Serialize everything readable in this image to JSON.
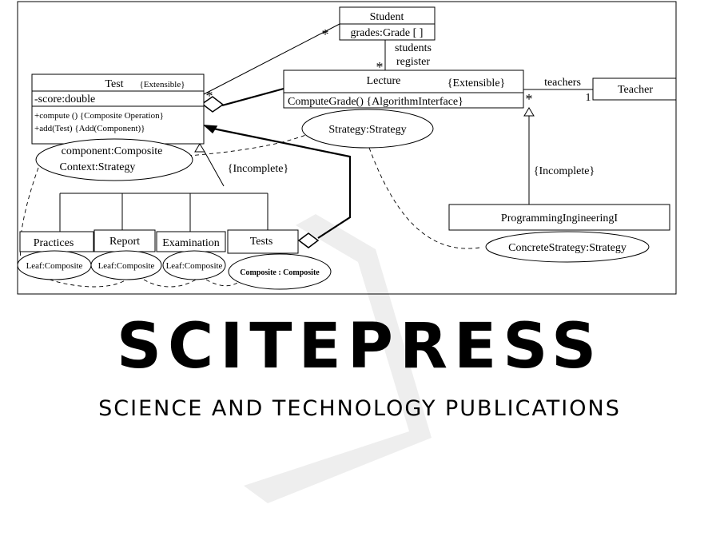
{
  "watermark": {
    "logo_text": "SCITEPRESS",
    "tagline": "SCIENCE AND TECHNOLOGY PUBLICATIONS",
    "color": "#d9d9d9"
  },
  "classes": {
    "student": {
      "name": "Student",
      "attr": "grades:Grade [ ]"
    },
    "test": {
      "name": "Test",
      "stereotype": "{Extensible}",
      "attr": "-score:double",
      "op1": "+compute ()  {Composite Operation}",
      "op2": "+add(Test)  {Add(Component)}"
    },
    "lecture": {
      "name": "Lecture",
      "stereotype": "{Extensible}",
      "op": "ComputeGrade()  {AlgorithmInterface}"
    },
    "teacher": {
      "name": "Teacher"
    },
    "practices": {
      "name": "Practices"
    },
    "report": {
      "name": "Report"
    },
    "examination": {
      "name": "Examination"
    },
    "tests": {
      "name": "Tests"
    },
    "programming": {
      "name": "ProgrammingIngineeringI"
    }
  },
  "collaborations": {
    "strategy": "Strategy:Strategy",
    "component_line1": "component:Composite",
    "component_line2": "Context:Strategy",
    "leaf": "Leaf:Composite",
    "composite": "Composite : Composite",
    "concrete": "ConcreteStrategy:Strategy"
  },
  "labels": {
    "students": "students",
    "register": "register",
    "teachers": "teachers",
    "incomplete": "{Incomplete}",
    "star": "*",
    "one": "1"
  },
  "colors": {
    "line": "#000000",
    "background": "#ffffff"
  }
}
